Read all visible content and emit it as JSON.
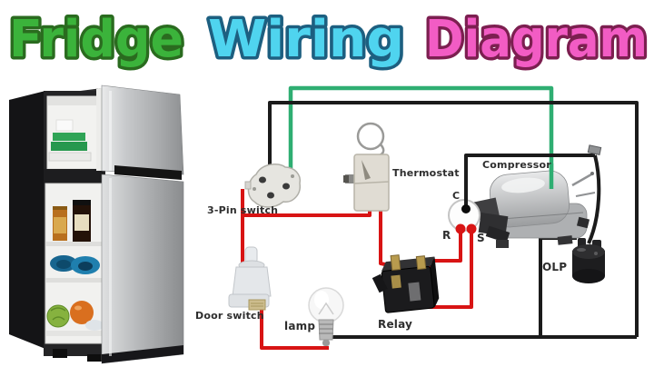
{
  "title": {
    "words": [
      {
        "text": "Fridge",
        "fill": "#3bb33b",
        "outline": "#2a6b1f"
      },
      {
        "text": "Wiring",
        "fill": "#4fd4ef",
        "outline": "#1d5f80"
      },
      {
        "text": "Diagram",
        "fill": "#f25cc4",
        "outline": "#7c1f50"
      }
    ]
  },
  "diagram": {
    "labels": {
      "three_pin_switch": "3-Pin switch",
      "thermostat": "Thermostat",
      "compressor": "Compressor",
      "door_switch": "Door switch",
      "lamp": "lamp",
      "relay": "Relay",
      "olp": "OLP"
    },
    "terminals": {
      "c": "C",
      "r": "R",
      "s": "S"
    },
    "wire_colors": {
      "red": "#d81414",
      "green": "#2fae72",
      "black": "#1b1b1b"
    }
  }
}
